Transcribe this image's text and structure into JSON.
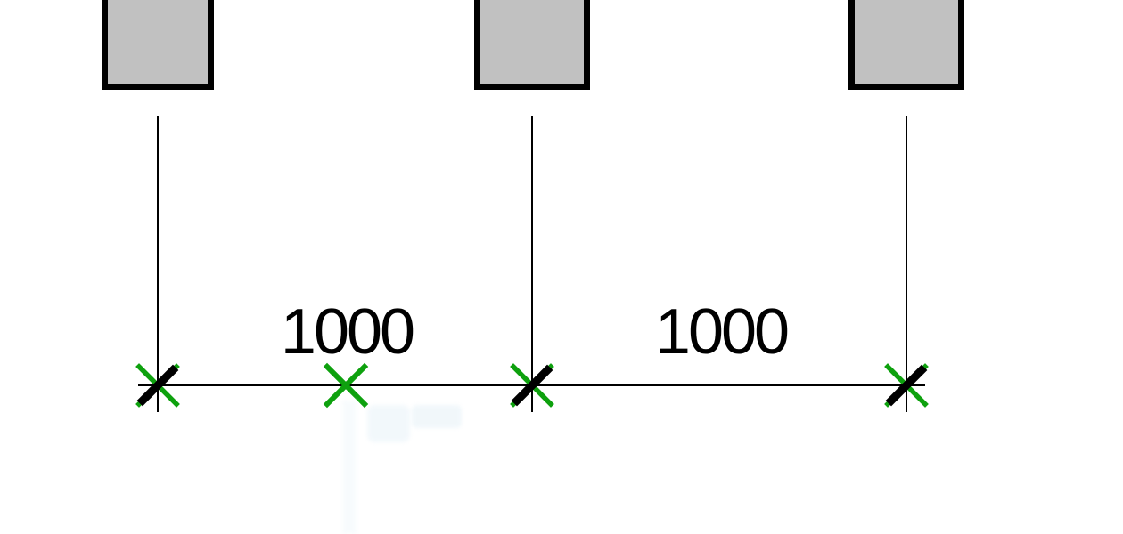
{
  "drawing": {
    "type": "cad-dimension-detail",
    "columns": [
      {
        "id": "column-1"
      },
      {
        "id": "column-2"
      },
      {
        "id": "column-3"
      }
    ],
    "dimension": {
      "segments": [
        {
          "value": "1000"
        },
        {
          "value": "1000"
        }
      ],
      "tick_style": "architectural-diagonal-slash",
      "grip_icon": "green-x-grip"
    }
  },
  "colors": {
    "canvas_bg": "#ffffff",
    "column_fill": "#c1c1c1",
    "column_border": "#000000",
    "line": "#000000",
    "grip_green": "#0ea10e",
    "text": "#000000"
  }
}
